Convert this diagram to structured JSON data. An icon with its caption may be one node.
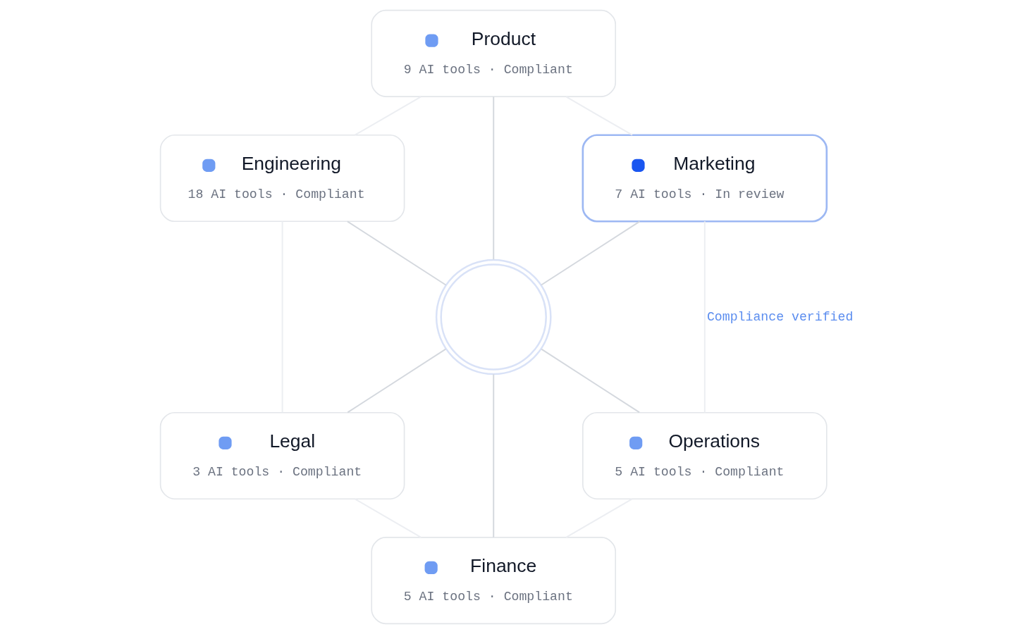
{
  "diagram": {
    "nodes": [
      {
        "text": [
          "Product",
          "9 AI tools · Compliant"
        ]
      },
      {
        "text": [
          "Engineering",
          "18 AI tools · Compliant"
        ]
      },
      {
        "text": [
          "Marketing",
          "7 AI tools · In review"
        ]
      },
      {
        "text": [],
        "shape": "circle"
      },
      {
        "text": [
          "Legal",
          "3 AI tools · Compliant"
        ]
      },
      {
        "text": [
          "Operations",
          "5 AI tools · Compliant"
        ]
      },
      {
        "text": [
          "Finance",
          "5 AI tools · Compliant"
        ]
      }
    ],
    "edges": [
      {
        "from": 0,
        "to": 1,
        "arrow": "none",
        "color": "#eceef2"
      },
      {
        "from": 0,
        "to": 3,
        "arrow": "none"
      },
      {
        "from": 0,
        "to": 2,
        "arrow": "none",
        "color": "#eceef2"
      },
      {
        "from": 1,
        "to": 4,
        "arrow": "none",
        "color": "#eceef2"
      },
      {
        "from": 1,
        "to": 3,
        "arrow": "none"
      },
      {
        "from": 2,
        "to": 3,
        "arrow": "none"
      },
      {
        "from": 2,
        "to": 5,
        "arrow": "none",
        "label": "Compliance verified",
        "color": "#eceef2"
      },
      {
        "from": 3,
        "to": 4,
        "arrow": "none"
      },
      {
        "from": 3,
        "to": 6,
        "arrow": "none"
      },
      {
        "from": 3,
        "to": 5,
        "arrow": "none"
      },
      {
        "from": 4,
        "to": 6,
        "arrow": "none",
        "color": "#eceef2"
      },
      {
        "from": 5,
        "to": 6,
        "arrow": "none",
        "color": "#eceef2"
      }
    ]
  }
}
